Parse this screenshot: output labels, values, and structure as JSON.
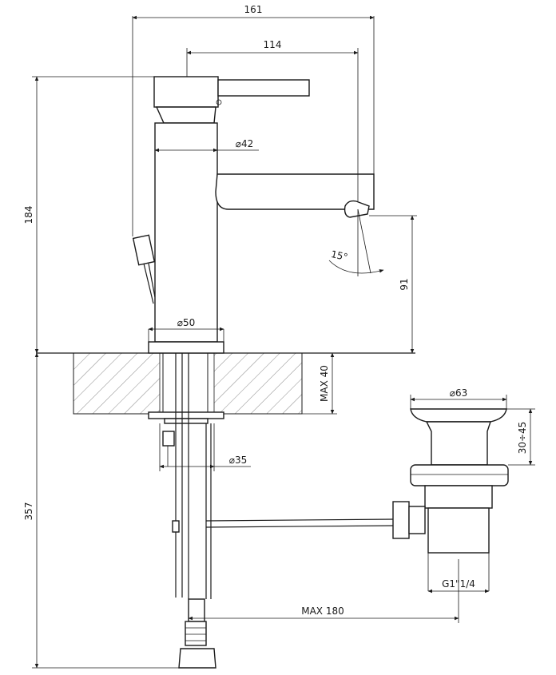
{
  "dimensions": {
    "overall_width": "161",
    "spout_reach": "114",
    "body_diameter": "⌀42",
    "base_diameter": "⌀50",
    "height_total": "184",
    "spout_height": "91",
    "spout_angle": "15°",
    "counter_thickness": "MAX 40",
    "shank_diameter": "⌀35",
    "below_counter": "357",
    "waste_diameter": "⌀63",
    "waste_height": "30÷45",
    "waste_thread": "G1\"1/4",
    "rod_length": "MAX 180"
  }
}
